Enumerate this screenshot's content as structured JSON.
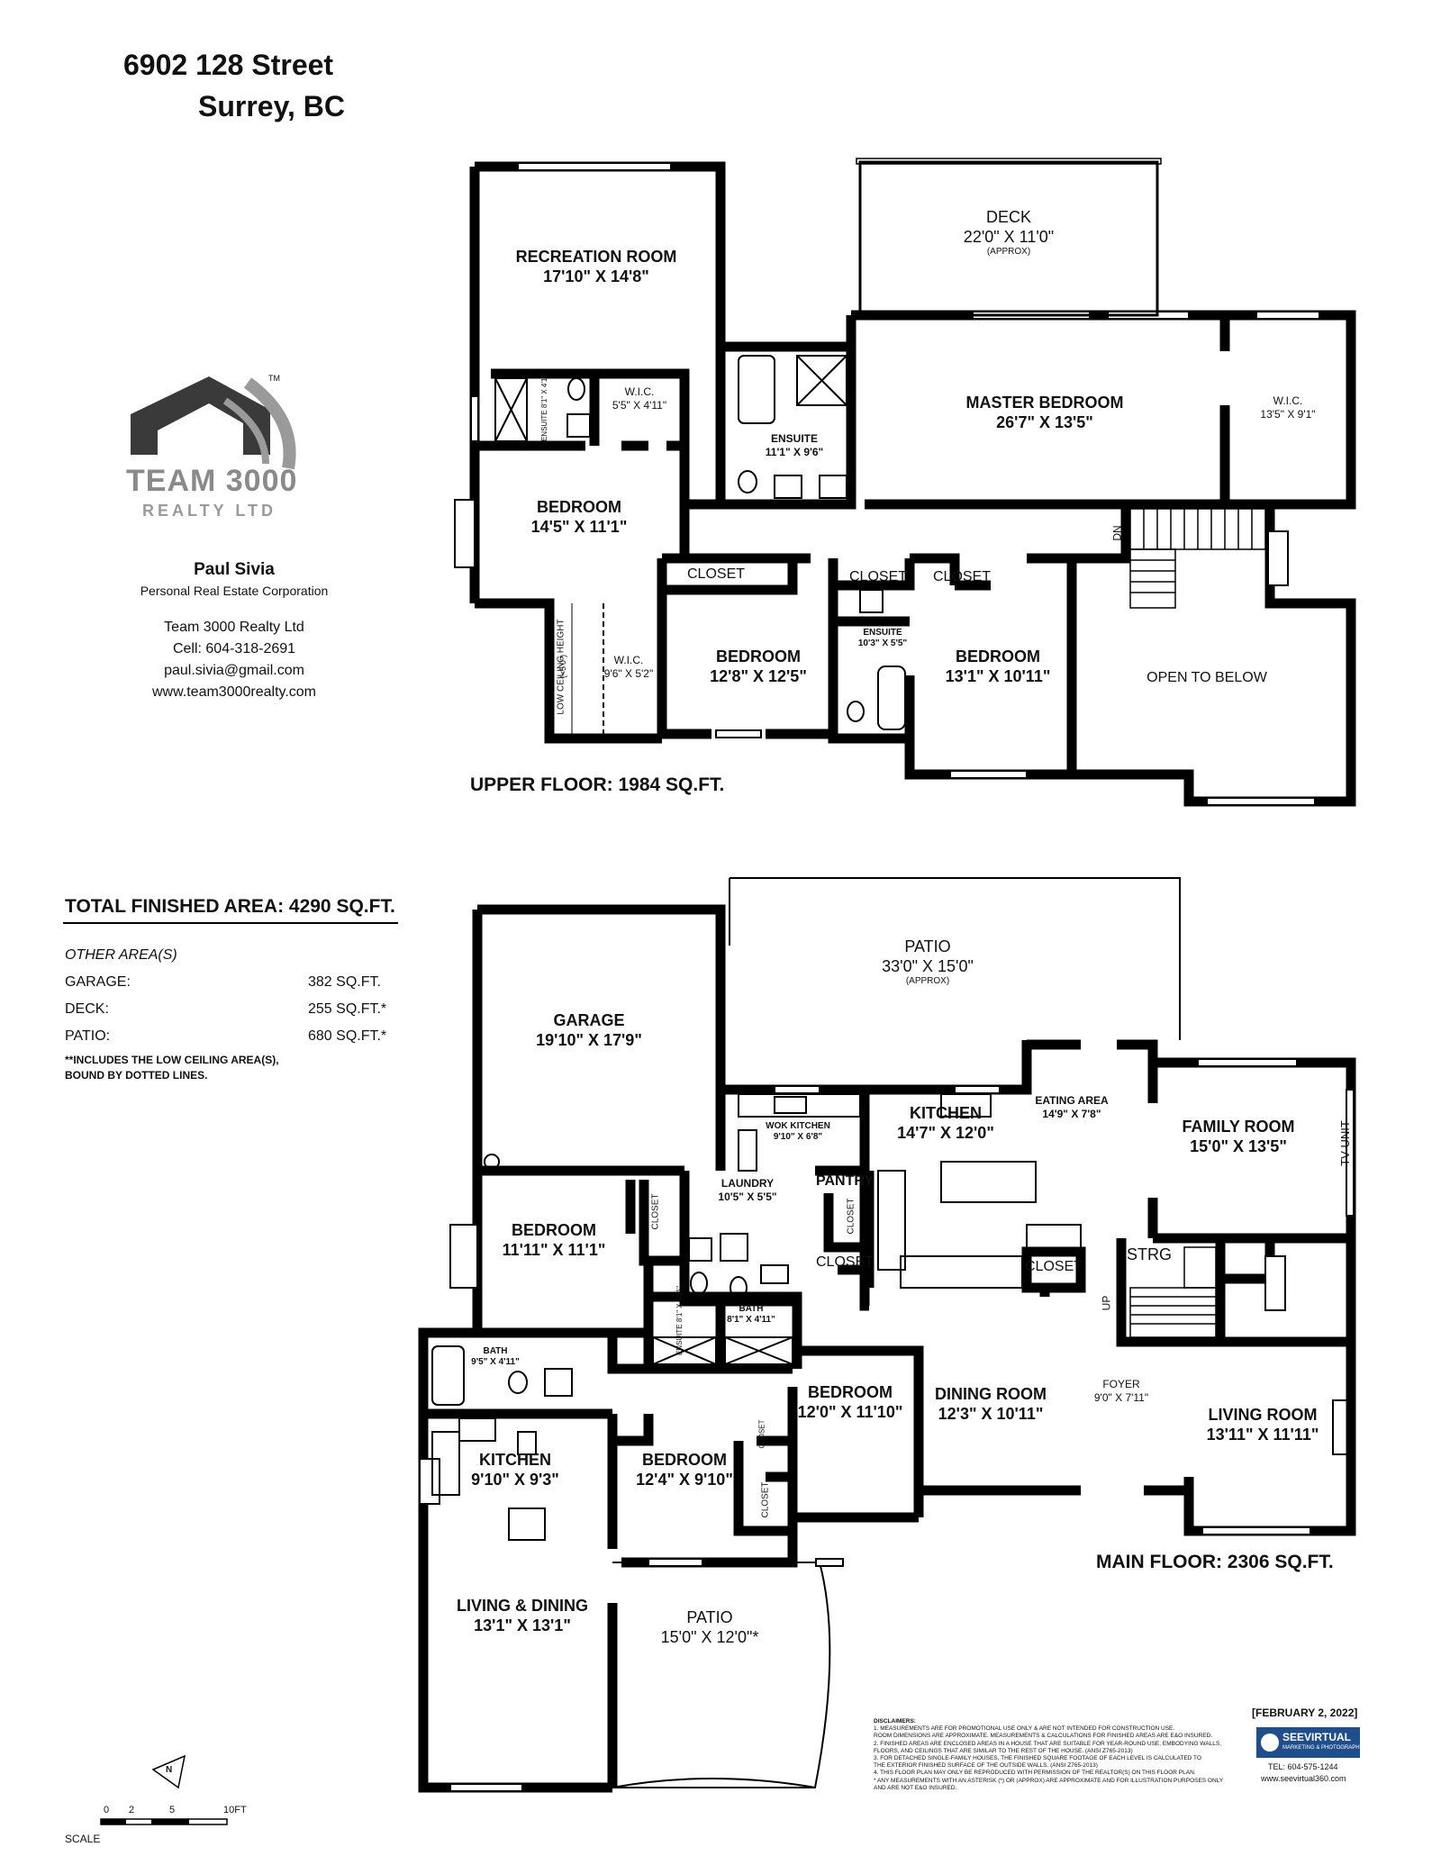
{
  "address": {
    "line1": "6902 128 Street",
    "line2": "Surrey, BC"
  },
  "brand": {
    "logo_text1": "TEAM 3000",
    "logo_text2": "REALTY LTD",
    "tm": "TM",
    "color_gray": "#9a9a9a",
    "color_dark": "#333333"
  },
  "agent": {
    "name": "Paul Sivia",
    "title": "Personal Real Estate Corporation",
    "company": "Team 3000 Realty Ltd",
    "cell": "Cell: 604-318-2691",
    "email": "paul.sivia@gmail.com",
    "web": "www.team3000realty.com"
  },
  "upper": {
    "floor_label": "UPPER FLOOR: 1984 SQ.FT.",
    "rec_name": "RECREATION ROOM",
    "rec_dim": "17'10\" X 14'8\"",
    "ens1_name": "ENSUITE",
    "ens1_dim": "8'1\" X 4'11\"",
    "wic1_name": "W.I.C.",
    "wic1_dim": "5'5\" X 4'11\"",
    "bed1_name": "BEDROOM",
    "bed1_dim": "14'5\" X 11'1\"",
    "low_ceiling": "LOW CEILING HEIGHT",
    "low_ceiling2": "(<5'0\")",
    "wic2_name": "W.I.C.",
    "wic2_dim": "9'6\" X 5'2\"",
    "closet1": "CLOSET",
    "bed2_name": "BEDROOM",
    "bed2_dim": "12'8\" X 12'5\"",
    "closet2": "CLOSET",
    "closet3": "CLOSET",
    "ens3_name": "ENSUITE",
    "ens3_dim": "10'3\" X 5'5\"",
    "bed3_name": "BEDROOM",
    "bed3_dim": "13'1\" X 10'11\"",
    "deck_name": "DECK",
    "deck_dim": "22'0\" X 11'0\"",
    "deck_approx": "(APPROX)",
    "ens2_name": "ENSUITE",
    "ens2_dim": "11'1\" X 9'6\"",
    "master_name": "MASTER BEDROOM",
    "master_dim": "26'7\" X 13'5\"",
    "wic3_name": "W.I.C.",
    "wic3_dim": "13'5\" X 9'1\"",
    "dn": "DN",
    "open": "OPEN TO BELOW"
  },
  "main": {
    "floor_label": "MAIN FLOOR: 2306 SQ.FT.",
    "garage_name": "GARAGE",
    "garage_dim": "19'10\" X 17'9\"",
    "patio1_name": "PATIO",
    "patio1_dim": "33'0\" X 15'0\"",
    "patio1_approx": "(APPROX)",
    "wok_name": "WOK KITCHEN",
    "wok_dim": "9'10\" X 6'8\"",
    "kitchen1_name": "KITCHEN",
    "kitchen1_dim": "14'7\" X 12'0\"",
    "eating_name": "EATING AREA",
    "eating_dim": "14'9\" X 7'8\"",
    "family_name": "FAMILY ROOM",
    "family_dim": "15'0\" X 13'5\"",
    "tv": "TV UNIT",
    "laundry_name": "LAUNDRY",
    "laundry_dim": "10'5\" X 5'5\"",
    "pantry": "PANTRY",
    "bed1_name": "BEDROOM",
    "bed1_dim": "11'11\" X 11'1\"",
    "closet_a": "CLOSET",
    "closet_b": "CLOSET",
    "closet_c": "CLOSET",
    "closet_d": "CLOSET",
    "closet_e": "CLOSET",
    "closet_f": "CLOSET",
    "strg": "STRG",
    "up": "UP",
    "ens_name": "ENSUITE",
    "ens_dim": "8'1\" X 4'11\"",
    "bath1_name": "BATH",
    "bath1_dim": "8'1\" X 4'11\"",
    "bath2_name": "BATH",
    "bath2_dim": "9'5\" X 4'11\"",
    "kitchen2_name": "KITCHEN",
    "kitchen2_dim": "9'10\" X 9'3\"",
    "bed2_name": "BEDROOM",
    "bed2_dim": "12'4\" X 9'10\"",
    "bed3_name": "BEDROOM",
    "bed3_dim": "12'0\" X 11'10\"",
    "dining_name": "DINING ROOM",
    "dining_dim": "12'3\" X 10'11\"",
    "foyer_name": "FOYER",
    "foyer_dim": "9'0\" X 7'11\"",
    "living_name": "LIVING ROOM",
    "living_dim": "13'11\" X 11'11\"",
    "livdin_name": "LIVING & DINING",
    "livdin_dim": "13'1\" X 13'1\"",
    "patio2_name": "PATIO",
    "patio2_dim": "15'0\" X 12'0\"*"
  },
  "areas": {
    "total": "TOTAL FINISHED AREA:  4290 SQ.FT.",
    "other_header": "OTHER AREA(S)",
    "rows": [
      {
        "label": "GARAGE:",
        "value": "382 SQ.FT."
      },
      {
        "label": "DECK:",
        "value": "255 SQ.FT.*"
      },
      {
        "label": "PATIO:",
        "value": "680 SQ.FT.*"
      }
    ],
    "note1": "**INCLUDES THE LOW CEILING AREA(S),",
    "note2": "BOUND BY DOTTED LINES."
  },
  "scale": {
    "label": "SCALE",
    "t0": "0",
    "t2": "2",
    "t5": "5",
    "t10": "10FT",
    "north": "N"
  },
  "disclaimer": {
    "title": "DISCLAIMERS:",
    "l1": "1. MEASUREMENTS ARE FOR PROMOTIONAL USE ONLY & ARE NOT INTENDED FOR CONSTRUCTION USE.",
    "l2": "ROOM DIMENSIONS ARE APPROXIMATE. MEASUREMENTS & CALCULATIONS FOR FINISHED AREAS ARE E&O INSURED.",
    "l3": "2. FINISHED AREAS ARE ENCLOSED AREAS IN A HOUSE THAT ARE SUITABLE FOR YEAR-ROUND USE, EMBODYING WALLS,",
    "l4": "FLOORS, AND CEILINGS THAT ARE SIMILAR TO THE REST OF THE HOUSE. (ANSI Z765-2013)",
    "l5": "3. FOR DETACHED SINGLE-FAMILY HOUSES, THE FINISHED SQUARE FOOTAGE OF EACH LEVEL IS CALCULATED TO",
    "l6": "THE EXTERIOR FINISHED SURFACE OF THE OUTSIDE WALLS. (ANSI Z765-2013)",
    "l7": "4. THIS FLOOR PLAN MAY ONLY BE REPRODUCED WITH PERMISSION OF THE REALTOR(S) ON THIS FLOOR PLAN.",
    "l8": "* ANY MEASUREMENTS WITH AN ASTERISK (*) OR (APPROX) ARE APPROXIMATE AND FOR ILLUSTRATION PURPOSES ONLY",
    "l9": "AND ARE NOT E&O INSURED."
  },
  "footer": {
    "date": "[FEBRUARY 2, 2022]",
    "sv_brand": "SEEVIRTUAL",
    "sv_sub": "MARKETING & PHOTOGRAPHY",
    "sv_tel": "TEL: 604-575-1244",
    "sv_web": "www.seevirtual360.com",
    "sv_color": "#1f4e8c"
  }
}
